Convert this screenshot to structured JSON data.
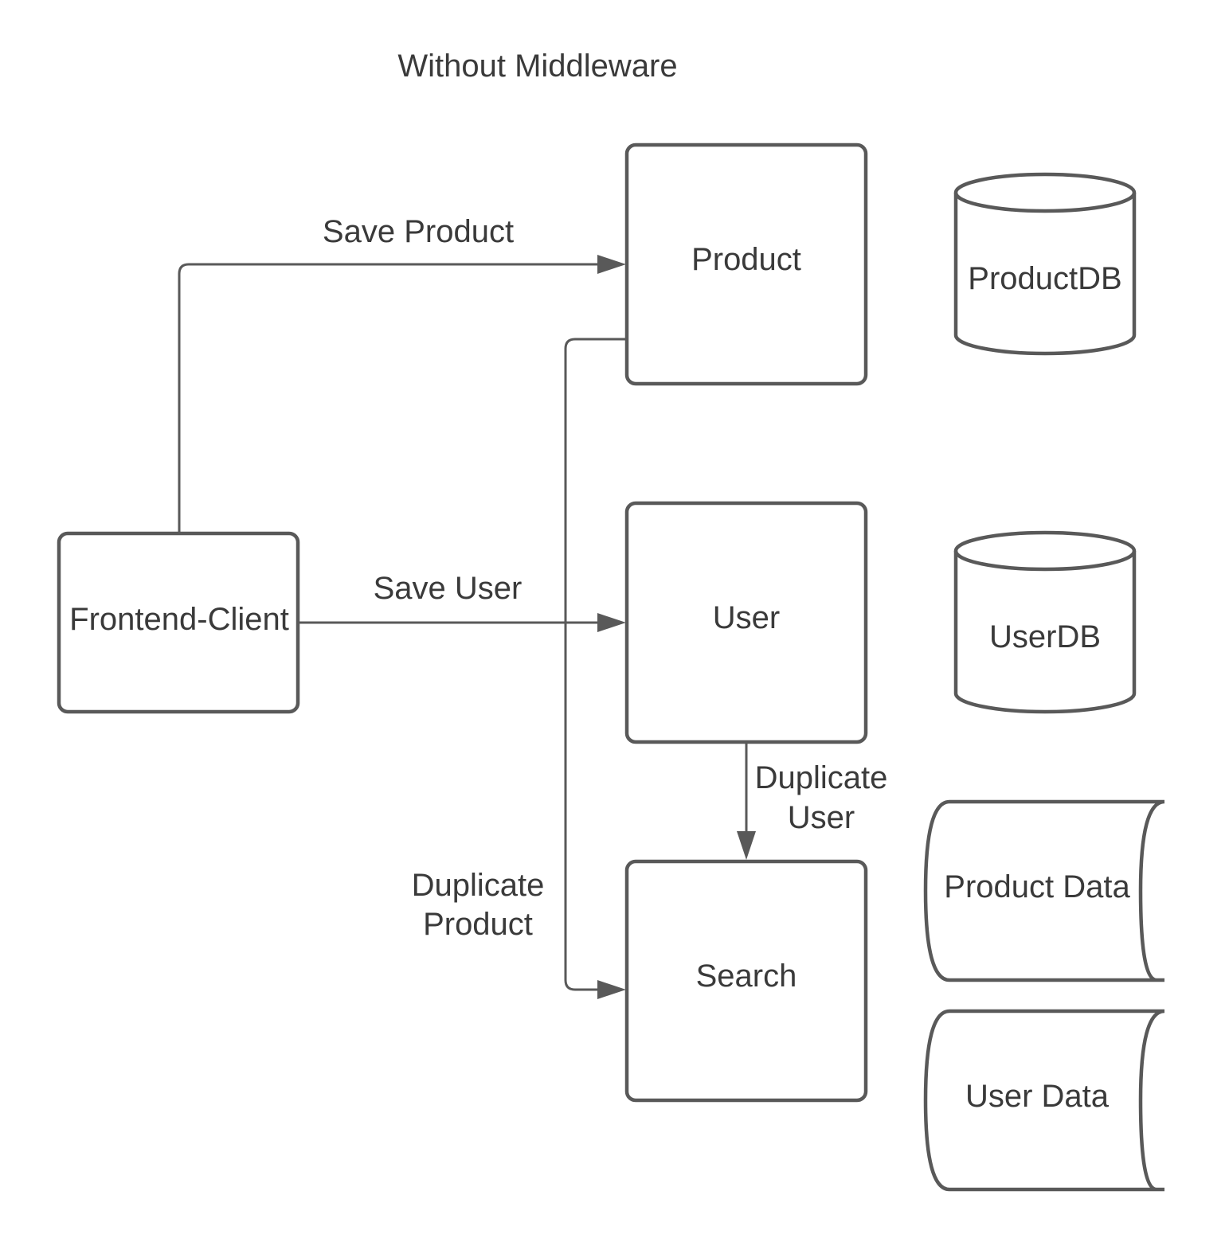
{
  "title": "Without Middleware",
  "colors": {
    "stroke": "#595959",
    "text": "#3a3a3a",
    "fill": "#ffffff"
  },
  "nodes": {
    "frontend_client": "Frontend-Client",
    "product": "Product",
    "user": "User",
    "search": "Search",
    "product_db": "ProductDB",
    "user_db": "UserDB",
    "product_data": "Product Data",
    "user_data": "User Data"
  },
  "edges": {
    "save_product": "Save Product",
    "save_user": "Save User",
    "duplicate_user": [
      "Duplicate",
      "User"
    ],
    "duplicate_product": [
      "Duplicate",
      "Product"
    ]
  }
}
